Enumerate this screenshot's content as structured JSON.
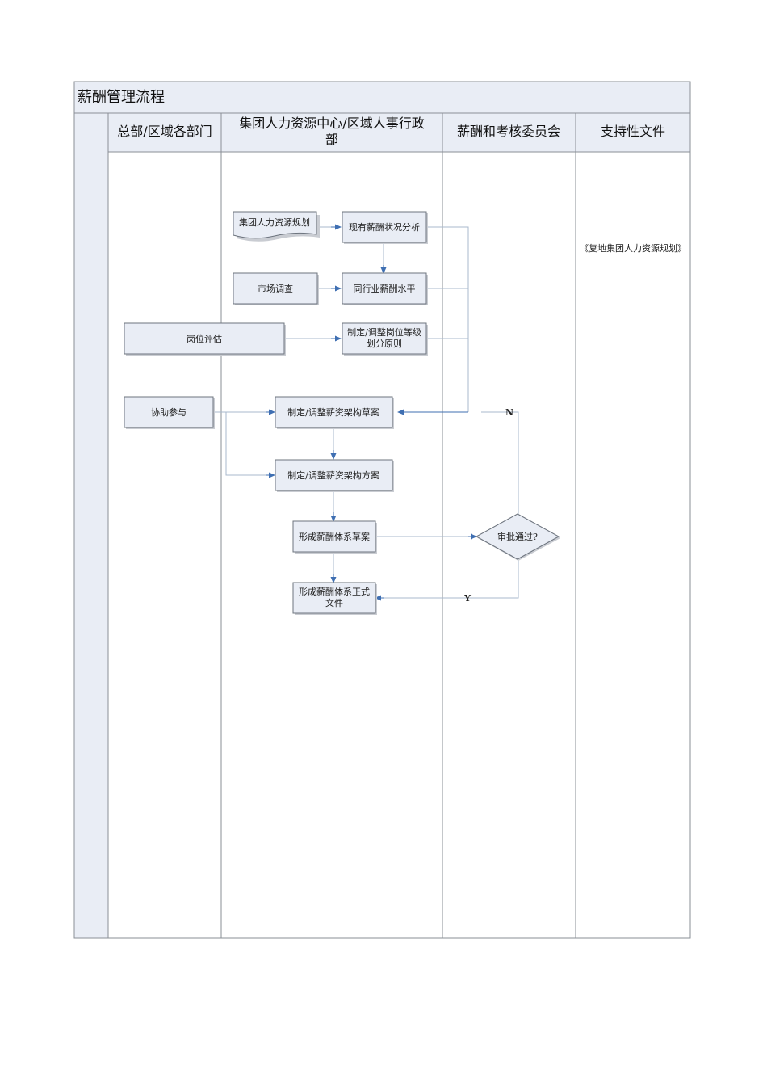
{
  "title": "薪酬管理流程",
  "lanes": {
    "dept": "总部/区域各部门",
    "hr_line1": "集团人力资源中心/区域人事行政",
    "hr_line2": "部",
    "committee": "薪酬和考核委员会",
    "docs": "支持性文件"
  },
  "nodes": {
    "plan_doc": "集团人力资源规划",
    "analysis": "现有薪酬状况分析",
    "market": "市场调查",
    "industry": "同行业薪酬水平",
    "job_eval": "岗位评估",
    "grade_l1": "制定/调整岗位等级",
    "grade_l2": "划分原则",
    "assist": "协助参与",
    "draft": "制定/调整薪资架构草案",
    "plan": "制定/调整薪资架构方案",
    "sys_draft": "形成薪酬体系草案",
    "approve": "审批通过?",
    "final_l1": "形成薪酬体系正式",
    "final_l2": "文件"
  },
  "support_doc": "《复地集团人力资源规划》",
  "labels": {
    "no": "N",
    "yes": "Y"
  }
}
